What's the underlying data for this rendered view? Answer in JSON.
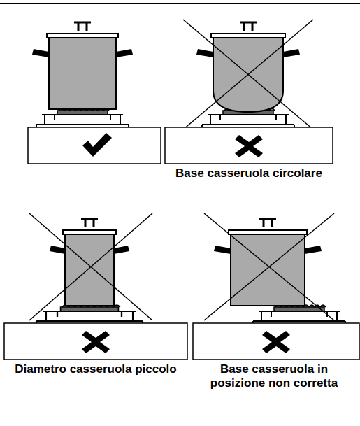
{
  "diagram": {
    "labels": [
      "Base casseruola circolare",
      "Diametro casseruola piccolo",
      "Base casseruola in posizione non corretta"
    ]
  }
}
